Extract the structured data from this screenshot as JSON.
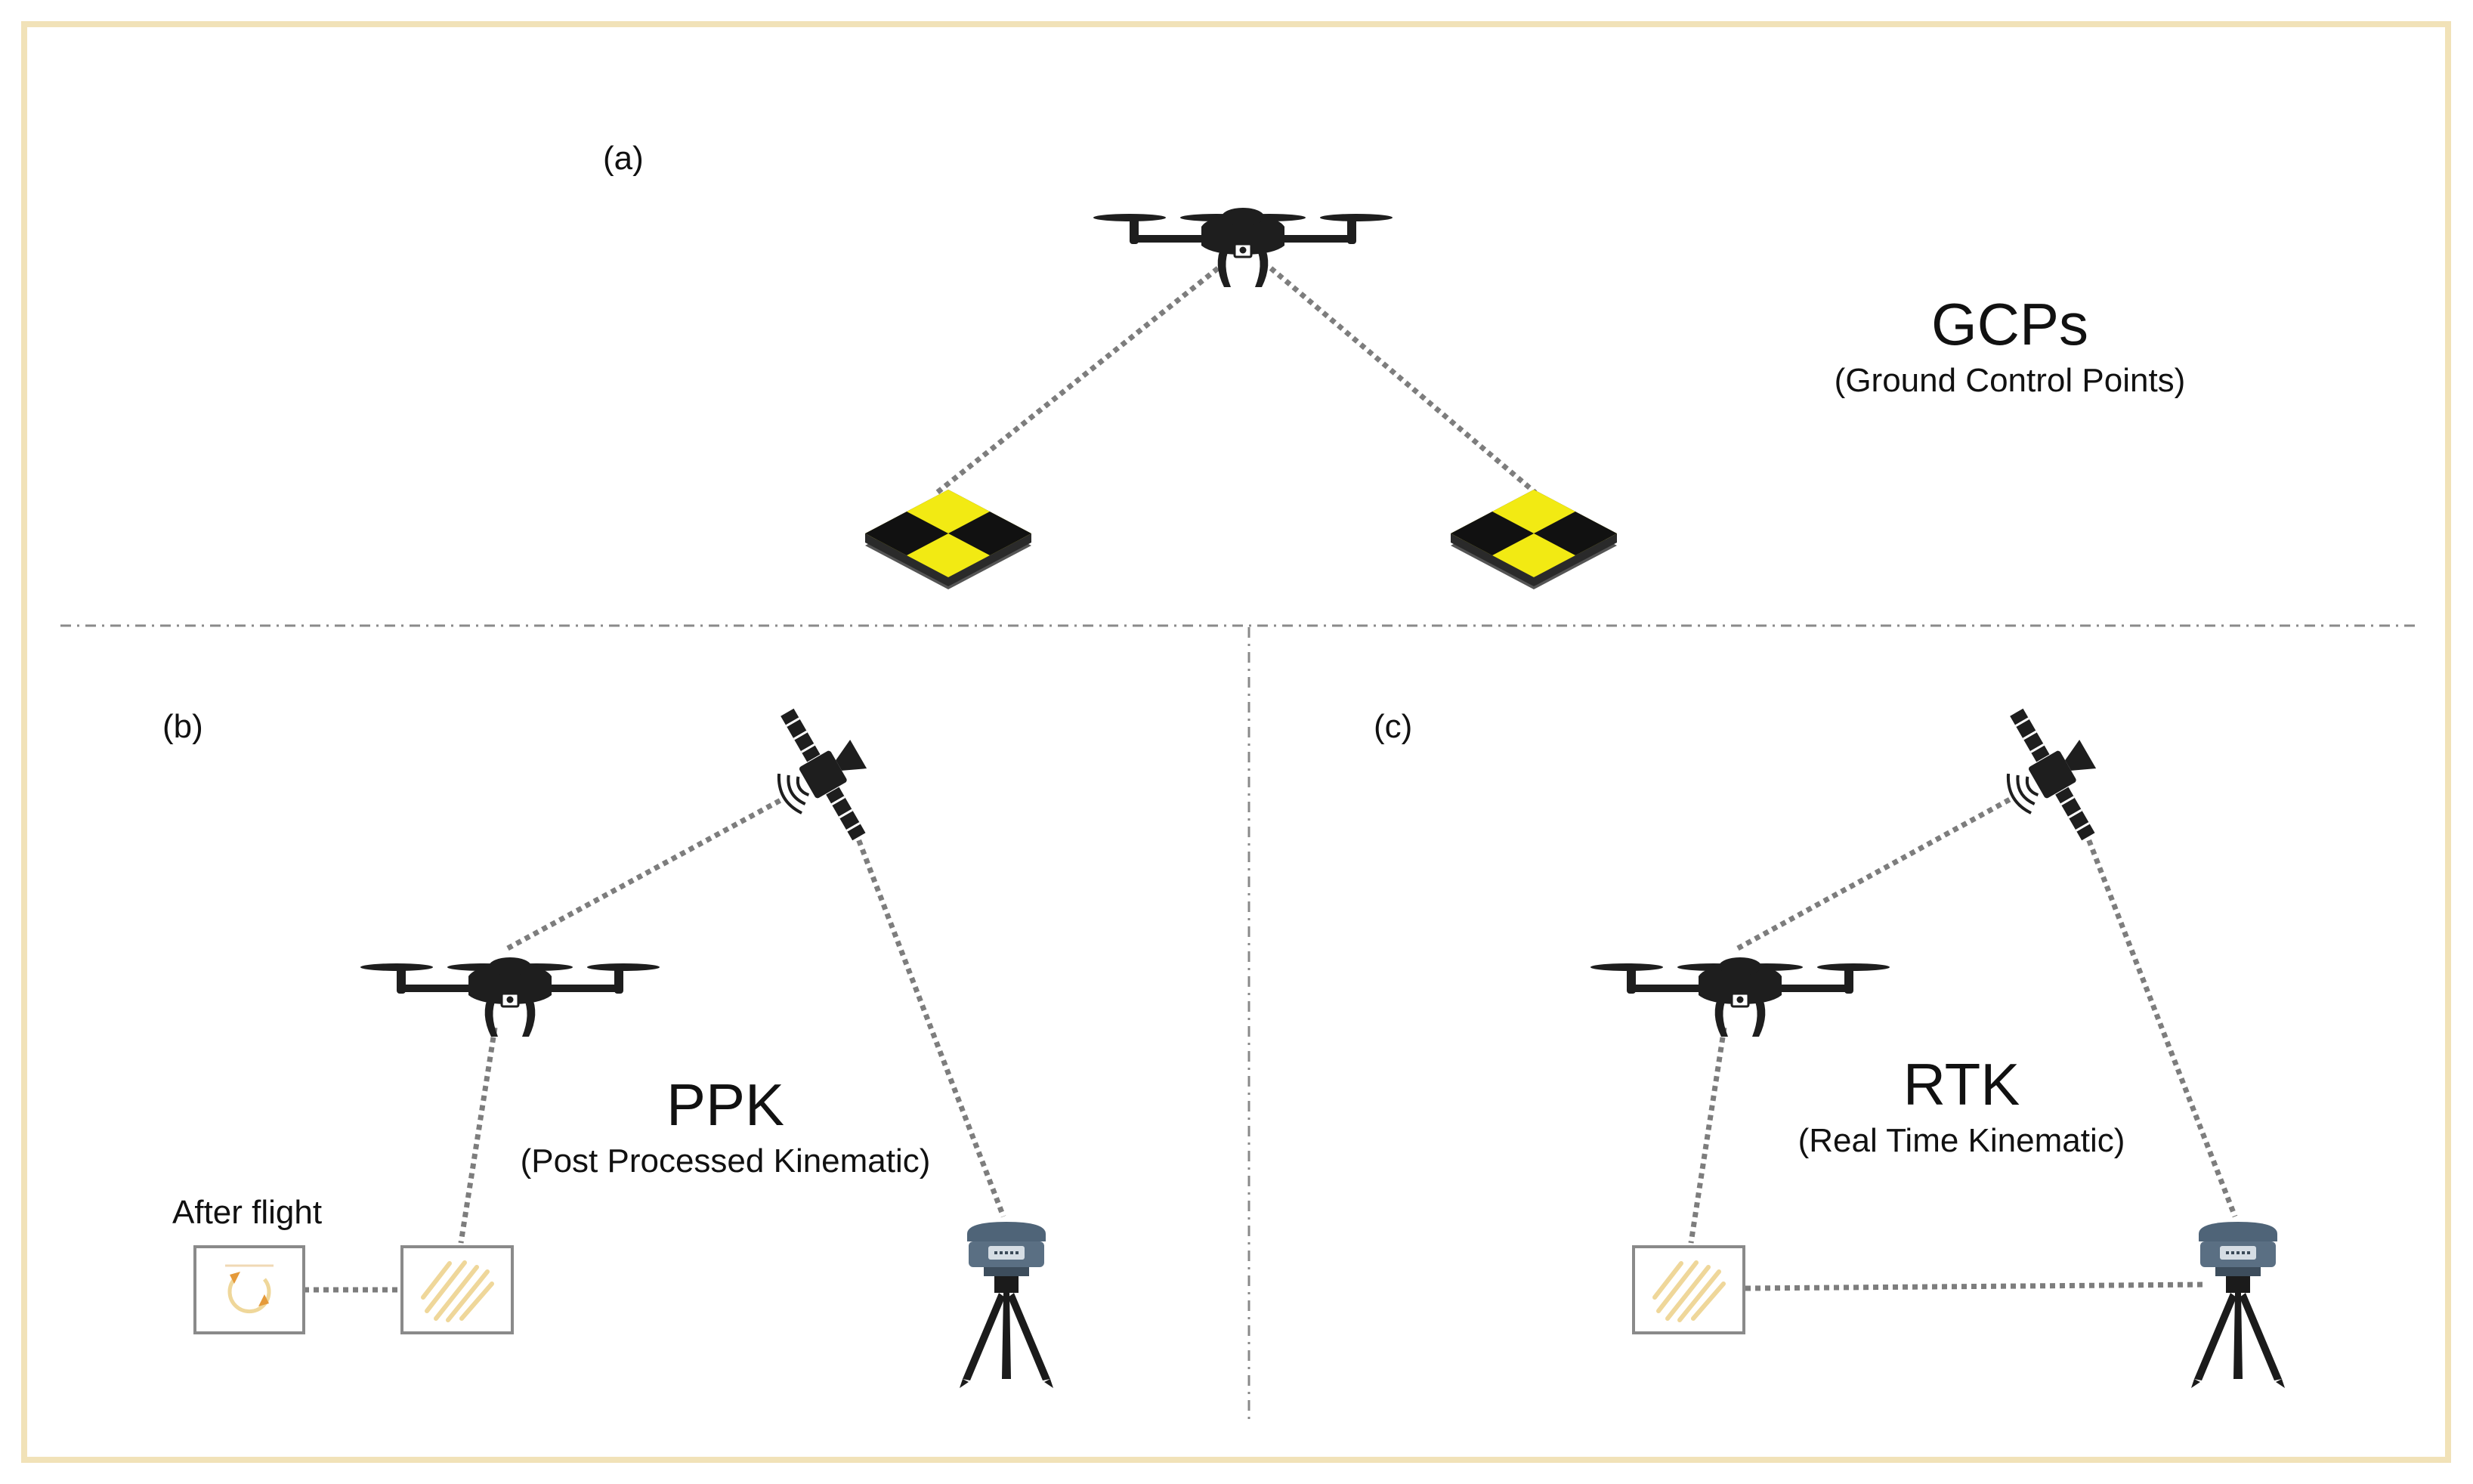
{
  "colors": {
    "frame_border": "#f1e2b8",
    "separator": "#8a8a8a",
    "dotted_link": "#7d7d7d",
    "drone": "#1e1e1e",
    "target_yellow": "#f2ea13",
    "target_black": "#111111",
    "box_border": "#8a8a8a",
    "box_icon": "#efd79a",
    "gnss_head": "#4f6478",
    "tripod": "#1b1b1b"
  },
  "panels": {
    "a": {
      "label": "(a)",
      "title": "GCPs",
      "subtitle": "(Ground Control Points)"
    },
    "b": {
      "label": "(b)",
      "title": "PPK",
      "subtitle": "(Post Processed Kinematic)",
      "note": "After flight"
    },
    "c": {
      "label": "(c)",
      "title": "RTK",
      "subtitle": "(Real Time Kinematic)"
    }
  },
  "icons": {
    "drone": "drone-icon",
    "camera": "camera-icon",
    "ground_target": "checkered-target-icon",
    "satellite": "satellite-icon",
    "base_station": "gnss-base-station-icon",
    "processing": "processing-cycle-icon",
    "data_pattern": "data-pattern-icon"
  }
}
